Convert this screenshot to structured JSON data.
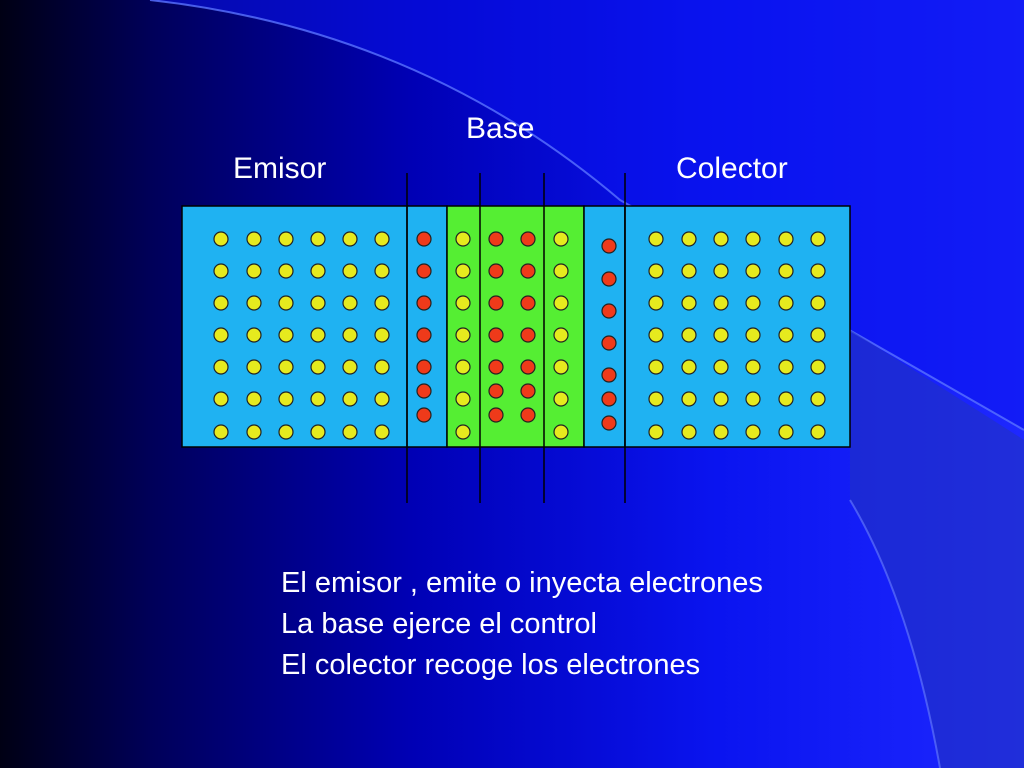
{
  "labels": {
    "base": "Base",
    "emisor": "Emisor",
    "colector": "Colector"
  },
  "caption": {
    "lines": [
      "El emisor , emite o inyecta electrones",
      "La base ejerce el control",
      "El colector  recoge los electrones"
    ]
  },
  "colors": {
    "n_region": "#1fb2f2",
    "p_region": "#55ee33",
    "electron": "#e6ea1e",
    "hole": "#ef3a1a",
    "text": "#ffffff"
  }
}
